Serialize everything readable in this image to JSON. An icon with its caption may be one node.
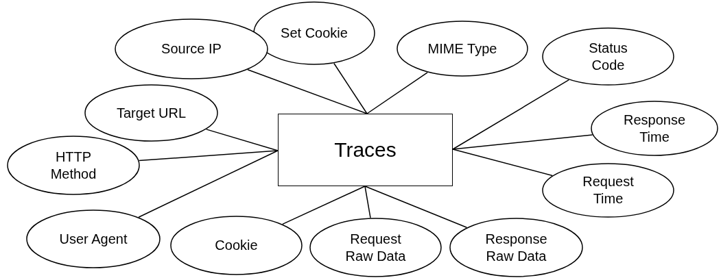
{
  "diagram": {
    "nodes": [
      {
        "text": [
          "Traces"
        ]
      },
      {
        "text": [
          "Set Cookie"
        ]
      },
      {
        "text": [
          "Source IP"
        ]
      },
      {
        "text": [
          "MIME Type"
        ]
      },
      {
        "text": [
          "Status Code"
        ]
      },
      {
        "text": [
          "Target URL"
        ]
      },
      {
        "text": [
          "Response Time"
        ]
      },
      {
        "text": [
          "HTTP Method"
        ]
      },
      {
        "text": [
          "Request Time"
        ]
      },
      {
        "text": [
          "User Agent"
        ]
      },
      {
        "text": [
          "Cookie"
        ]
      },
      {
        "text": [
          "Request Raw Data"
        ]
      },
      {
        "text": [
          "Response Raw Data"
        ]
      }
    ],
    "edges": [
      {
        "from": 0,
        "to": 1,
        "arrow": "none"
      },
      {
        "from": 0,
        "to": 2,
        "arrow": "none"
      },
      {
        "from": 0,
        "to": 3,
        "arrow": "none"
      },
      {
        "from": 0,
        "to": 4,
        "arrow": "none"
      },
      {
        "from": 0,
        "to": 5,
        "arrow": "none"
      },
      {
        "from": 0,
        "to": 6,
        "arrow": "none"
      },
      {
        "from": 0,
        "to": 7,
        "arrow": "none"
      },
      {
        "from": 0,
        "to": 8,
        "arrow": "none"
      },
      {
        "from": 0,
        "to": 9,
        "arrow": "none"
      },
      {
        "from": 0,
        "to": 10,
        "arrow": "none"
      },
      {
        "from": 0,
        "to": 11,
        "arrow": "none"
      },
      {
        "from": 0,
        "to": 12,
        "arrow": "none"
      }
    ]
  }
}
